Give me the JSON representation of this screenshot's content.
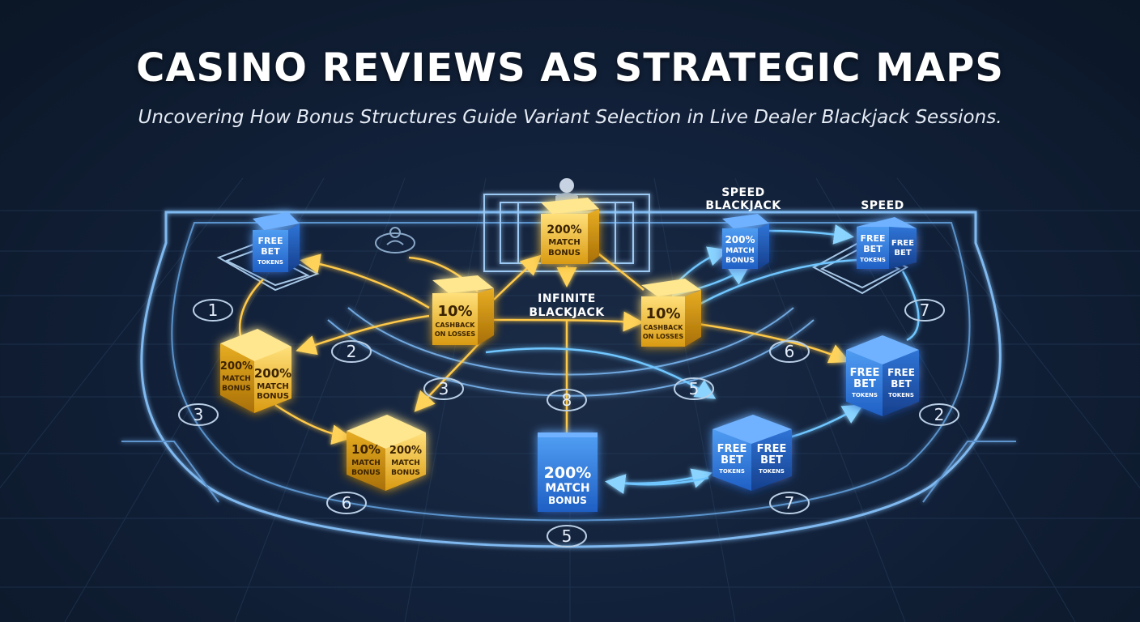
{
  "header": {
    "title": "CASINO REVIEWS AS STRATEGIC MAPS",
    "subtitle": "Uncovering How Bonus Structures Guide Variant Selection in Live Dealer Blackjack Sessions."
  },
  "colors": {
    "background": "#12213a",
    "gold": "#f2c230",
    "blue": "#3a86e8",
    "line_gold": "#ffc94a",
    "line_blue": "#6fc6ff"
  },
  "variant_labels": {
    "speed_blackjack_1": "SPEED",
    "speed_blackjack_2": "BLACKJACK",
    "speed": "SPEED",
    "infinite_1": "INFINITE",
    "infinite_2": "BLACKJACK"
  },
  "boxes": {
    "free_bet_tl": {
      "l1": "FREE",
      "l2": "BET",
      "l3": "TOKENS"
    },
    "match_top": {
      "l1": "200%",
      "l2": "MATCH",
      "l3": "BONUS"
    },
    "match_speed": {
      "l1": "200%",
      "l2": "MATCH",
      "l3": "BONUS"
    },
    "free_bet_tr": {
      "l1": "FREE",
      "l2": "BET",
      "l3": "TOKENS"
    },
    "cash_left": {
      "l1": "10%",
      "l2": "CASHBACK",
      "l3": "ON LOSSES"
    },
    "cash_right": {
      "l1": "10%",
      "l2": "CASHBACK",
      "l3": "ON LOSSES"
    },
    "match_left": {
      "a1": "200%",
      "a2": "MATCH",
      "a3": "BONUS",
      "b1": "200%",
      "b2": "MATCH",
      "b3": "BONUS"
    },
    "free_bet_r": {
      "a1": "FREE",
      "a2": "BET",
      "a3": "TOKENS",
      "b1": "FREE",
      "b2": "BET",
      "b3": "TOKENS"
    },
    "cash_bl": {
      "a1": "10%",
      "a2": "MATCH",
      "a3": "BONUS",
      "b1": "200%",
      "b2": "MATCH",
      "b3": "BONUS"
    },
    "match_bottom": {
      "l1": "200%",
      "l2": "MATCH",
      "l3": "BONUS"
    },
    "free_bet_br": {
      "a1": "FREE",
      "a2": "BET",
      "a3": "TOKENS",
      "b1": "FREE",
      "b2": "BET",
      "b3": "TOKENS"
    }
  },
  "numbers": {
    "n1": "1",
    "n2": "2",
    "n3_inner": "3",
    "n3_outer": "3",
    "n5_inner": "5",
    "n5_outer": "5",
    "n6_inner": "6",
    "n6_outer": "6",
    "n7_inner": "7",
    "n7_outer": "7",
    "n8": "8",
    "n2_right": "2"
  }
}
